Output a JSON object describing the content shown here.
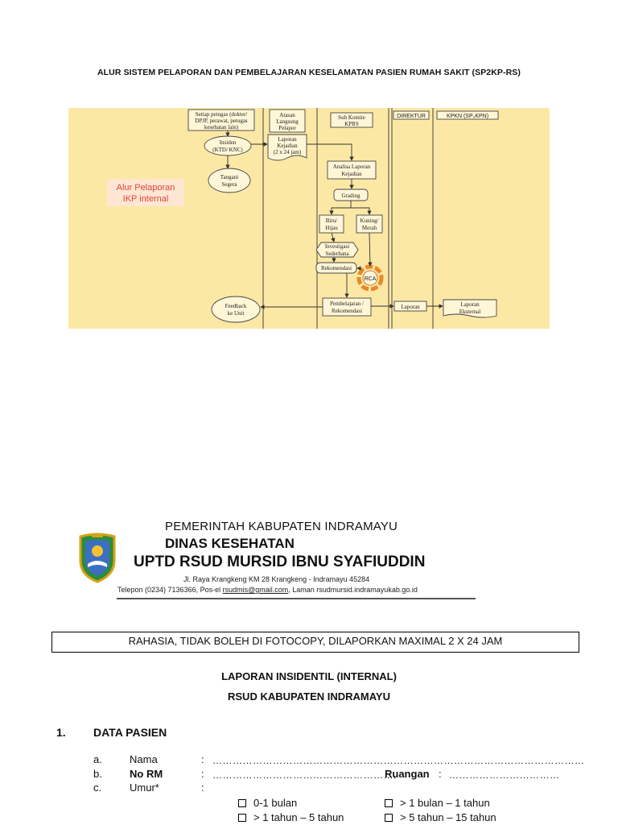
{
  "document": {
    "title": "ALUR SISTEM PELAPORAN DAN PEMBELAJARAN KESELAMATAN PASIEN RUMAH SAKIT (SP2KP-RS)"
  },
  "flowchart": {
    "lanes": {
      "staff": [
        "Setiap petugas (dokter/",
        "DPJP, perawat, petugas",
        "kesehatan lain)"
      ],
      "supervisor": [
        "Atasan",
        "Langsung",
        "Pelapor"
      ],
      "committee": [
        "Sub Komite",
        "KPRS"
      ],
      "director": "DIREKTUR",
      "national": "KPKN (SP₂KPN)"
    },
    "nodes": {
      "incident": [
        "Insiden",
        "(KTD/ KNC)"
      ],
      "immediate": [
        "Tangani",
        "Segera"
      ],
      "report": [
        "Laporan",
        "Kejadian",
        "(2 x 24 jam)"
      ],
      "analysis": [
        "Analisa Laporan",
        "Kejadian"
      ],
      "grading": "Grading",
      "blue_green": [
        "Biru/",
        "Hijau"
      ],
      "yellow_red": [
        "Kuning/",
        "Merah"
      ],
      "simple_investigation": [
        "Investigasi",
        "Sederhana"
      ],
      "recommendation": "Rekomendasi",
      "rca": "RCA",
      "feedback": [
        "Feedback",
        "ke Unit"
      ],
      "learning": [
        "Pembelajaran /",
        "Rekomendasi"
      ],
      "report_out": "Laporan",
      "external": [
        "Laporan",
        "Eksternal"
      ]
    },
    "caption": [
      "Alur Pelaporan",
      "IKP internal"
    ],
    "caption_color": "#e0453a"
  },
  "letterhead": {
    "government": "PEMERINTAH KABUPATEN INDRAMAYU",
    "department": "DINAS KESEHATAN",
    "unit": "UPTD RSUD MURSID IBNU SYAFIUDDIN",
    "address": "Jl. Raya Krangkeng KM 28 Krangkeng - Indramayu 45284",
    "phone_prefix": "Telepon (0234) 7136366, Pos-el ",
    "email": "rsudmis@gmail.com",
    "web_prefix": ", Laman ",
    "website": "rsudmursid.indramayukab.go.id"
  },
  "notice": "RAHASIA, TIDAK BOLEH DI FOTOCOPY, DILAPORKAN MAXIMAL 2 X 24 JAM",
  "form": {
    "title": "LAPORAN INSIDENTIL (INTERNAL)",
    "subtitle": "RSUD KABUPATEN INDRAMAYU",
    "section_number": "1.",
    "section_title": "DATA PASIEN",
    "fields": [
      {
        "marker": "a.",
        "label": "Nama",
        "colon": ":",
        "dots": "…………………………………………………………………………………………………"
      },
      {
        "marker": "b.",
        "label": "No RM",
        "colon": ":",
        "dots": "……………………………………………….",
        "extra_label": "Ruangan",
        "extra_colon": ":",
        "extra_dots": "……………………………"
      },
      {
        "marker": "c.",
        "label": "Umur*",
        "colon": ":"
      }
    ],
    "age_options": [
      "0-1 bulan",
      "> 1 bulan – 1 tahun",
      "> 1 tahun – 5 tahun",
      "> 5 tahun – 15 tahun"
    ]
  }
}
